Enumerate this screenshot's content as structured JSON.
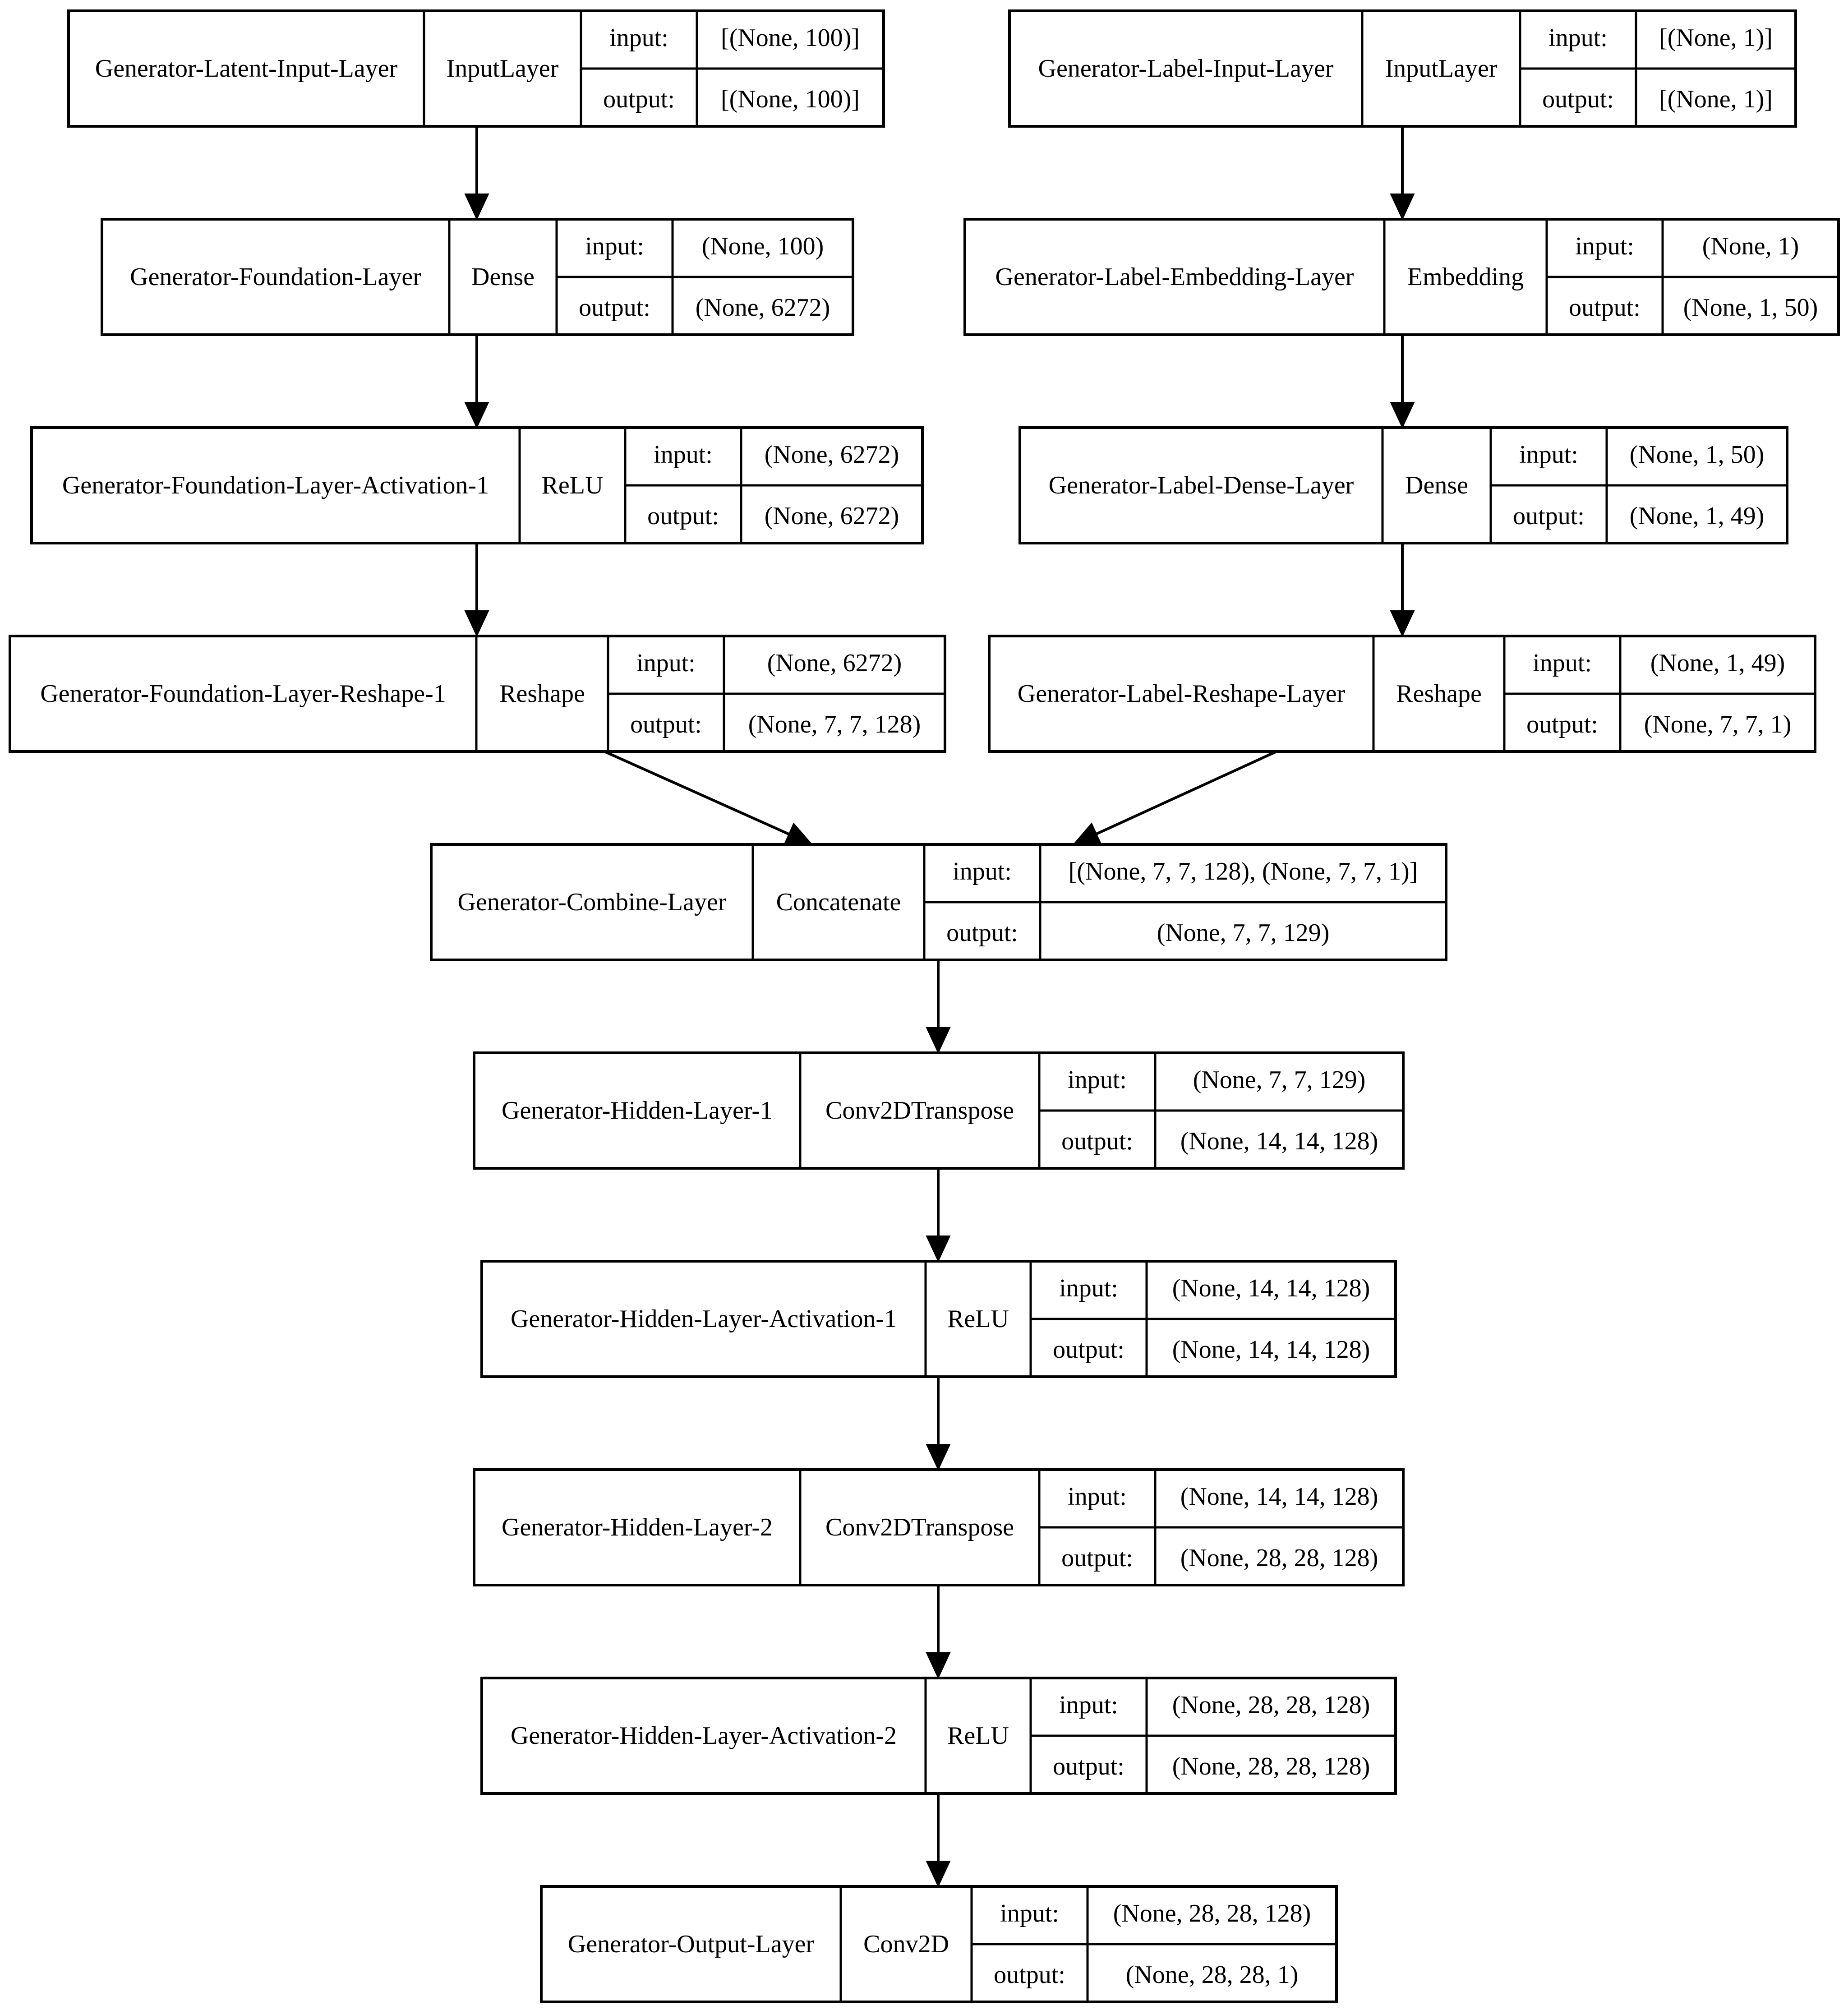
{
  "layers": [
    {
      "name": "Generator-Latent-Input-Layer",
      "type": "InputLayer",
      "input_label": "input:",
      "output_label": "output:",
      "input_shape": "[(None, 100)]",
      "output_shape": "[(None, 100)]"
    },
    {
      "name": "Generator-Label-Input-Layer",
      "type": "InputLayer",
      "input_label": "input:",
      "output_label": "output:",
      "input_shape": "[(None, 1)]",
      "output_shape": "[(None, 1)]"
    },
    {
      "name": "Generator-Foundation-Layer",
      "type": "Dense",
      "input_label": "input:",
      "output_label": "output:",
      "input_shape": "(None, 100)",
      "output_shape": "(None, 6272)"
    },
    {
      "name": "Generator-Label-Embedding-Layer",
      "type": "Embedding",
      "input_label": "input:",
      "output_label": "output:",
      "input_shape": "(None, 1)",
      "output_shape": "(None, 1, 50)"
    },
    {
      "name": "Generator-Foundation-Layer-Activation-1",
      "type": "ReLU",
      "input_label": "input:",
      "output_label": "output:",
      "input_shape": "(None, 6272)",
      "output_shape": "(None, 6272)"
    },
    {
      "name": "Generator-Label-Dense-Layer",
      "type": "Dense",
      "input_label": "input:",
      "output_label": "output:",
      "input_shape": "(None, 1, 50)",
      "output_shape": "(None, 1, 49)"
    },
    {
      "name": "Generator-Foundation-Layer-Reshape-1",
      "type": "Reshape",
      "input_label": "input:",
      "output_label": "output:",
      "input_shape": "(None, 6272)",
      "output_shape": "(None, 7, 7, 128)"
    },
    {
      "name": "Generator-Label-Reshape-Layer",
      "type": "Reshape",
      "input_label": "input:",
      "output_label": "output:",
      "input_shape": "(None, 1, 49)",
      "output_shape": "(None, 7, 7, 1)"
    },
    {
      "name": "Generator-Combine-Layer",
      "type": "Concatenate",
      "input_label": "input:",
      "output_label": "output:",
      "input_shape": "[(None, 7, 7, 128), (None, 7, 7, 1)]",
      "output_shape": "(None, 7, 7, 129)"
    },
    {
      "name": "Generator-Hidden-Layer-1",
      "type": "Conv2DTranspose",
      "input_label": "input:",
      "output_label": "output:",
      "input_shape": "(None, 7, 7, 129)",
      "output_shape": "(None, 14, 14, 128)"
    },
    {
      "name": "Generator-Hidden-Layer-Activation-1",
      "type": "ReLU",
      "input_label": "input:",
      "output_label": "output:",
      "input_shape": "(None, 14, 14, 128)",
      "output_shape": "(None, 14, 14, 128)"
    },
    {
      "name": "Generator-Hidden-Layer-2",
      "type": "Conv2DTranspose",
      "input_label": "input:",
      "output_label": "output:",
      "input_shape": "(None, 14, 14, 128)",
      "output_shape": "(None, 28, 28, 128)"
    },
    {
      "name": "Generator-Hidden-Layer-Activation-2",
      "type": "ReLU",
      "input_label": "input:",
      "output_label": "output:",
      "input_shape": "(None, 28, 28, 128)",
      "output_shape": "(None, 28, 28, 128)"
    },
    {
      "name": "Generator-Output-Layer",
      "type": "Conv2D",
      "input_label": "input:",
      "output_label": "output:",
      "input_shape": "(None, 28, 28, 128)",
      "output_shape": "(None, 28, 28, 1)"
    }
  ],
  "connections": [
    {
      "from": 0,
      "to": 2
    },
    {
      "from": 1,
      "to": 3
    },
    {
      "from": 2,
      "to": 4
    },
    {
      "from": 3,
      "to": 5
    },
    {
      "from": 4,
      "to": 6
    },
    {
      "from": 5,
      "to": 7
    },
    {
      "from": 6,
      "to": 8
    },
    {
      "from": 7,
      "to": 8
    },
    {
      "from": 8,
      "to": 9
    },
    {
      "from": 9,
      "to": 10
    },
    {
      "from": 10,
      "to": 11
    },
    {
      "from": 11,
      "to": 12
    },
    {
      "from": 12,
      "to": 13
    }
  ]
}
